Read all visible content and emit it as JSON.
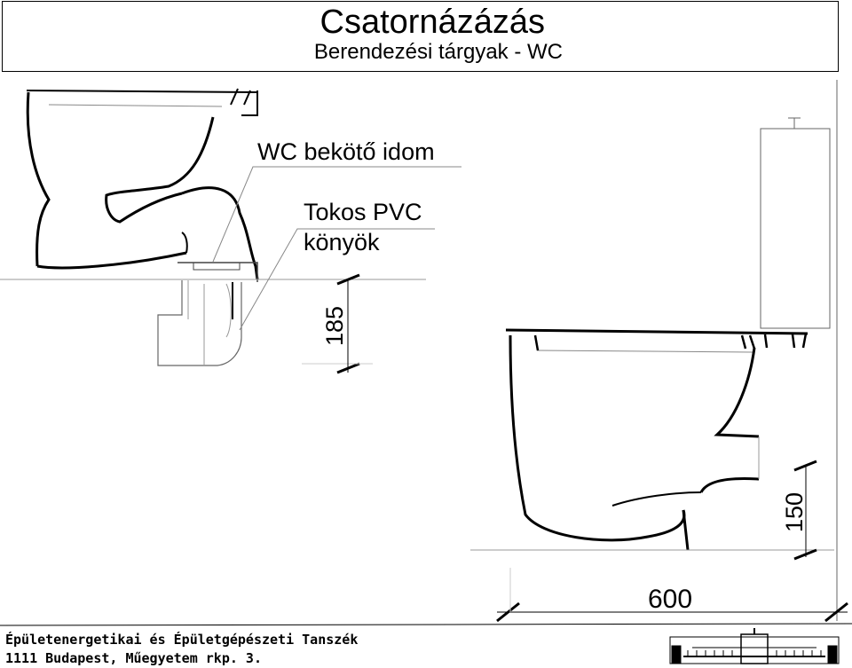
{
  "header": {
    "title": "Csatornázázás",
    "subtitle": "Berendezési tárgyak - WC"
  },
  "labels": {
    "wc_connector": "WC bekötő idom",
    "elbow_line1": "Tokos PVC",
    "elbow_line2": "könyök",
    "dim_185": "185",
    "dim_150": "150",
    "dim_600": "600"
  },
  "footer": {
    "department": "Épületenergetikai és Épületgépészeti Tanszék",
    "address": "1111 Budapest, Műegyetem rkp. 3."
  }
}
